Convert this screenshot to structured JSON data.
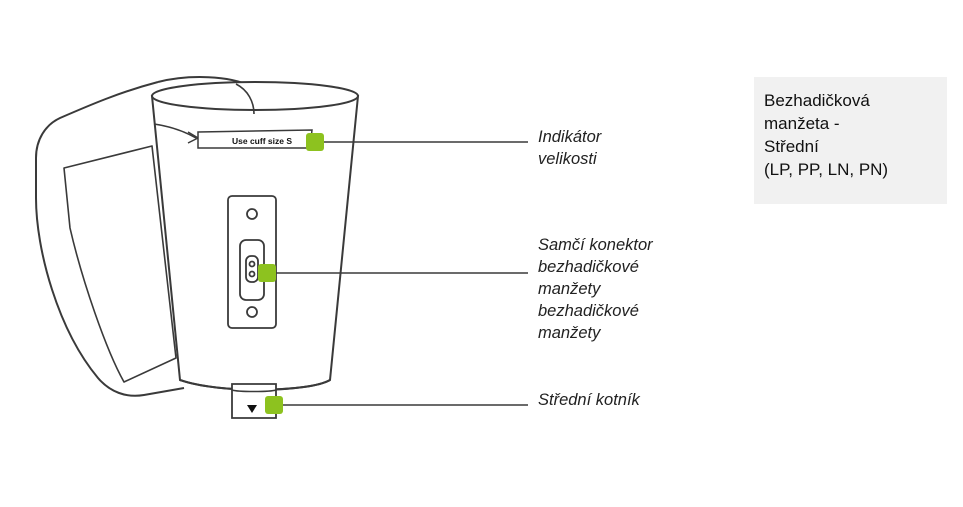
{
  "cuff": {
    "size_text": "Use cuff size S"
  },
  "callouts": {
    "size_indicator": [
      "Indikátor",
      "velikosti"
    ],
    "connector": [
      "Samčí konektor",
      "bezhadičkové",
      "manžety",
      "bezhadičkové",
      "manžety"
    ],
    "ankle": [
      "Střední kotník"
    ]
  },
  "info_box": {
    "lines": [
      "Bezhadičková",
      "manžeta -",
      "Střední",
      "(LP, PP, LN, PN)"
    ]
  },
  "colors": {
    "accent": "#8dc21f",
    "line": "#3a3a3a",
    "info_bg": "#f1f1f1"
  },
  "icons": {
    "ankle_marker": "triangle-down-icon"
  }
}
